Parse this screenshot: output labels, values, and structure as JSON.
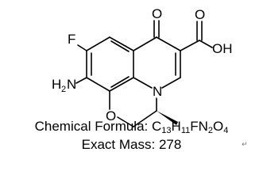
{
  "molecule": {
    "atoms": {
      "fluorine": "F",
      "keto_oxygen": "O",
      "acid_carbonyl_oxygen": "O",
      "acid_hydroxyl": "OH",
      "amino_h": "H",
      "amino_h_count": "2",
      "amino_n": "N",
      "ring_nitrogen": "N",
      "ring_oxygen": "O"
    }
  },
  "caption": {
    "formula_label": "Chemical Formula:",
    "formula_parts": [
      {
        "text": "C",
        "sub": "13"
      },
      {
        "text": "H",
        "sub": "11"
      },
      {
        "text": "F",
        "sub": ""
      },
      {
        "text": "N",
        "sub": "2"
      },
      {
        "text": "O",
        "sub": "4"
      }
    ],
    "mass_label": "Exact Mass:",
    "mass_value": "278"
  },
  "return_mark": "↵"
}
